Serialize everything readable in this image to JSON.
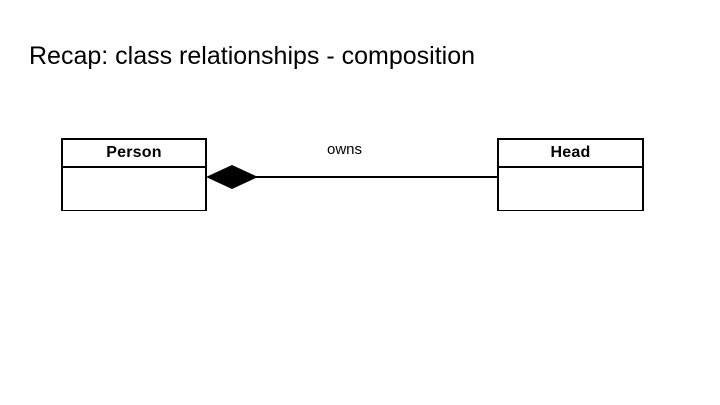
{
  "slide": {
    "title": "Recap: class relationships - composition",
    "background_color": "#ffffff",
    "ink_color": "#000000"
  },
  "diagram": {
    "kind": "uml-class-diagram",
    "relationship": "composition",
    "classes": [
      {
        "id": "person",
        "name": "Person",
        "attributes": [],
        "operations": []
      },
      {
        "id": "head",
        "name": "Head",
        "attributes": [],
        "operations": []
      }
    ],
    "association": {
      "label": "owns",
      "source": "Person",
      "target": "Head",
      "source_marker": "filled-diamond",
      "target_marker": "none",
      "line_style": "solid"
    }
  }
}
